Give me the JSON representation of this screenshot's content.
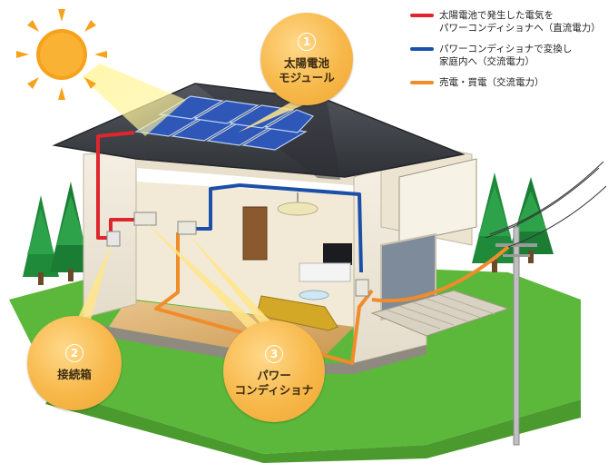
{
  "legend": [
    {
      "color": "#e0252c",
      "lines": [
        "太陽電池で発生した電気を",
        "パワーコンディショナへ（直流電力）"
      ]
    },
    {
      "color": "#1c4fa8",
      "lines": [
        "パワーコンディショナで変換し",
        "家庭内へ（交流電力）"
      ]
    },
    {
      "color": "#f08c2a",
      "lines": [
        "売電・買電（交流電力）"
      ]
    }
  ],
  "callouts": [
    {
      "number": "1",
      "lines": [
        "太陽電池",
        "モジュール"
      ]
    },
    {
      "number": "2",
      "lines": [
        "接続箱"
      ]
    },
    {
      "number": "3",
      "lines": [
        "パワー",
        "コンディショナ"
      ]
    }
  ],
  "colors": {
    "dc_line": "#e0252c",
    "ac_home_line": "#1c4fa8",
    "grid_line": "#f08c2a",
    "sun": "#f7a21b",
    "roof": "#3d4045",
    "panel": "#2f57b8",
    "lawn": "#5cb83a",
    "tree": "#1f8a3a",
    "callout": "#f7b84a"
  }
}
